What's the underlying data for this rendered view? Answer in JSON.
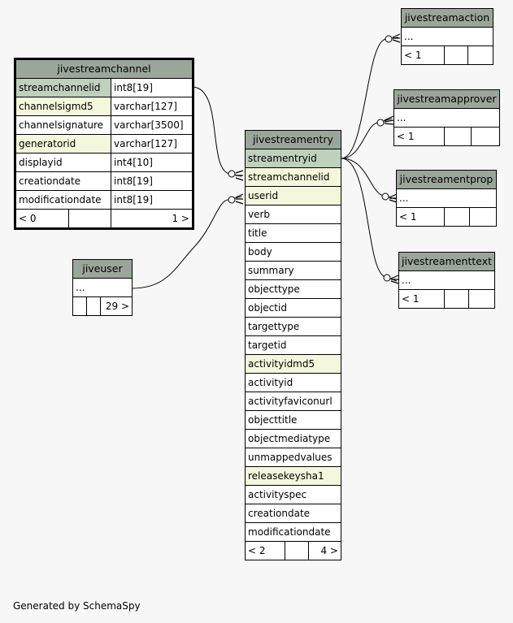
{
  "footer": "Generated by SchemaSpy",
  "tables": {
    "jivestreamchannel": {
      "name": "jivestreamchannel",
      "columns": [
        {
          "name": "streamchannelid",
          "type": "int8[19]"
        },
        {
          "name": "channelsigmd5",
          "type": "varchar[127]"
        },
        {
          "name": "channelsignature",
          "type": "varchar[3500]"
        },
        {
          "name": "generatorid",
          "type": "varchar[127]"
        },
        {
          "name": "displayid",
          "type": "int4[10]"
        },
        {
          "name": "creationdate",
          "type": "int8[19]"
        },
        {
          "name": "modificationdate",
          "type": "int8[19]"
        }
      ],
      "parents": "< 0",
      "children": "1 >"
    },
    "jiveuser": {
      "name": "jiveuser",
      "elided": "...",
      "children": "29 >"
    },
    "jivestreamentry": {
      "name": "jivestreamentry",
      "columns": [
        "streamentryid",
        "streamchannelid",
        "userid",
        "verb",
        "title",
        "body",
        "summary",
        "objecttype",
        "objectid",
        "targettype",
        "targetid",
        "activityidmd5",
        "activityid",
        "activityfaviconurl",
        "objecttitle",
        "objectmediatype",
        "unmappedvalues",
        "releasekeysha1",
        "activityspec",
        "creationdate",
        "modificationdate"
      ],
      "parents": "< 2",
      "children": "4 >"
    },
    "jivestreamaction": {
      "name": "jivestreamaction",
      "elided": "...",
      "parents": "< 1"
    },
    "jivestreamapprover": {
      "name": "jivestreamapprover",
      "elided": "...",
      "parents": "< 1"
    },
    "jivestreamentprop": {
      "name": "jivestreamentprop",
      "elided": "...",
      "parents": "< 1"
    },
    "jivestreamenttext": {
      "name": "jivestreamenttext",
      "elided": "...",
      "parents": "< 1"
    }
  }
}
